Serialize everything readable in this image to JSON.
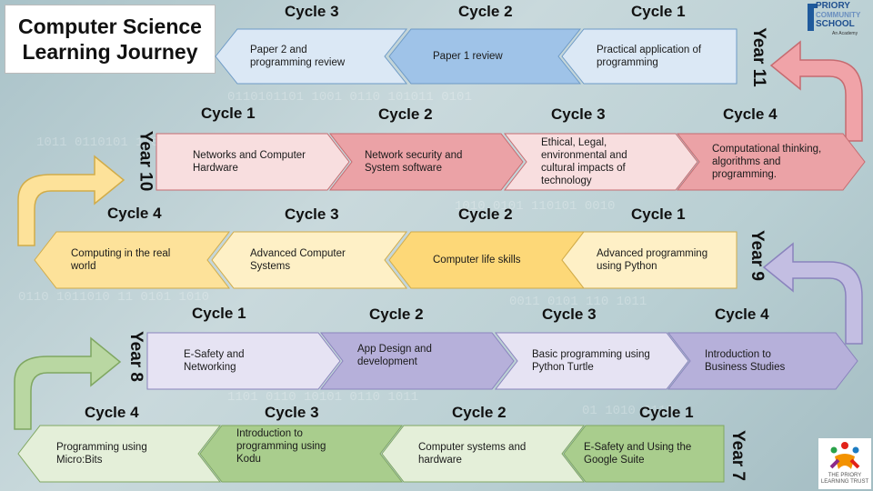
{
  "title": {
    "line1": "Computer Science",
    "line2": "Learning Journey"
  },
  "school_logo": {
    "text1": "PRIORY",
    "text2": "COMMUNITY",
    "text3": "SCHOOL",
    "tagline": "An Academy"
  },
  "trust_logo": {
    "line1": "THE PRIORY",
    "line2": "LEARNING TRUST"
  },
  "years": {
    "y11": {
      "label": "Year 11",
      "color": "#dbe8f5",
      "stroke": "#6d9ac6",
      "cycles": [
        "Cycle 3",
        "Cycle 2",
        "Cycle 1"
      ],
      "items": [
        "Paper 2 and programming review",
        "Paper 1 review",
        "Practical application of programming"
      ]
    },
    "y10": {
      "label": "Year 10",
      "color": "#f4c9cb",
      "stroke": "#c66b70",
      "cycles": [
        "Cycle 1",
        "Cycle 2",
        "Cycle 3",
        "Cycle 4"
      ],
      "items": [
        "Networks and Computer Hardware",
        "Network security and System software",
        "Ethical, Legal, environmental and cultural impacts of technology",
        "Computational thinking, algorithms and programming."
      ]
    },
    "y9": {
      "label": "Year 9",
      "color": "#fde7a8",
      "stroke": "#d1ac49",
      "cycles": [
        "Cycle 4",
        "Cycle 3",
        "Cycle 2",
        "Cycle 1"
      ],
      "items": [
        "Computing in the real world",
        "Advanced Computer Systems",
        "Computer life skills",
        "Advanced programming using Python"
      ]
    },
    "y8": {
      "label": "Year 8",
      "color": "#d6d2ea",
      "stroke": "#8a83bd",
      "cycles": [
        "Cycle 1",
        "Cycle 2",
        "Cycle 3",
        "Cycle 4"
      ],
      "items": [
        "E-Safety and Networking",
        "App Design and development",
        "Basic programming using Python Turtle",
        "Introduction to Business Studies"
      ]
    },
    "y7": {
      "label": "Year 7",
      "color": "#d5e6c6",
      "stroke": "#7fa761",
      "cycles": [
        "Cycle 4",
        "Cycle 3",
        "Cycle 2",
        "Cycle 1"
      ],
      "items": [
        "Programming using Micro:Bits",
        "Introduction to programming using Kodu",
        "Computer systems and hardware",
        "E-Safety and Using the Google Suite"
      ]
    }
  }
}
